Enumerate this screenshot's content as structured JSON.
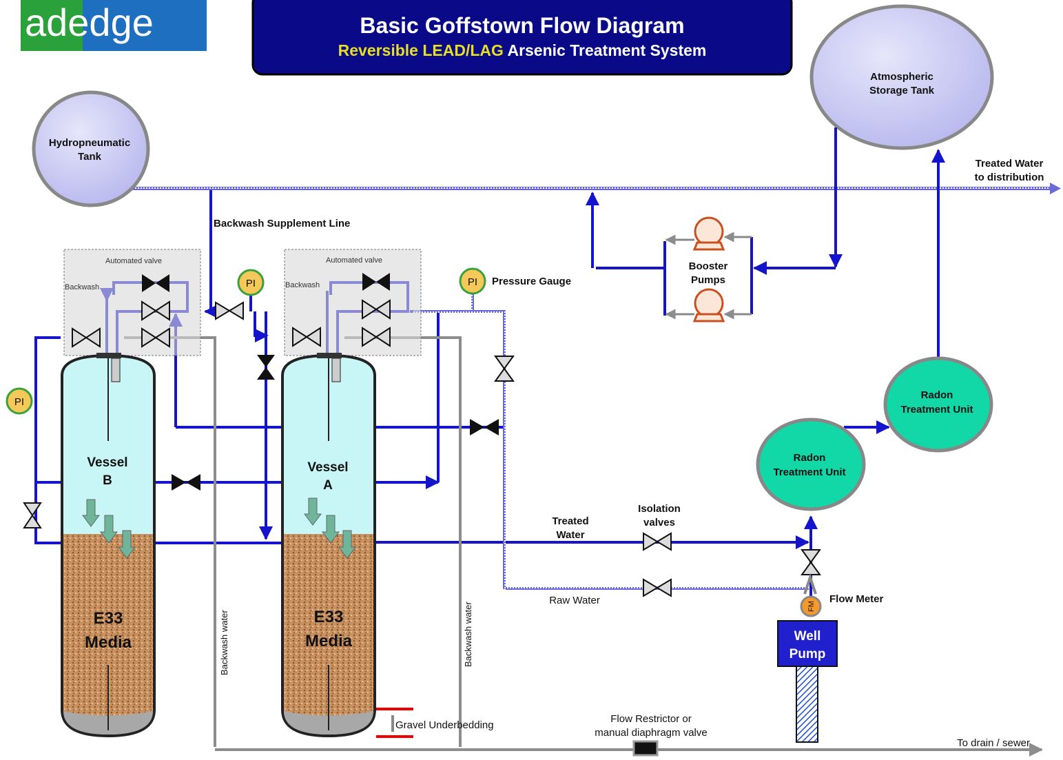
{
  "logo": {
    "text": "adedge",
    "color_green": "#2aa13a",
    "color_blue": "#1e6fc0"
  },
  "title": {
    "main": "Basic Goffstown Flow Diagram",
    "sub_highlight": "Reversible LEAD/LAG",
    "sub_rest": " Arsenic Treatment System",
    "bg_color": "#0a0a88"
  },
  "tanks": {
    "hydropneumatic": [
      "Hydropneumatic",
      "Tank"
    ],
    "atmospheric": [
      "Atmospheric",
      "Storage Tank"
    ]
  },
  "labels": {
    "treated_water_distribution": [
      "Treated Water",
      "to distribution"
    ],
    "backwash_supplement": "Backwash Supplement Line",
    "booster_pumps": [
      "Booster",
      "Pumps"
    ],
    "pressure_gauge": "Pressure Gauge",
    "automated_valve": "Automated valve",
    "backwash": "Backwash",
    "pi": "PI",
    "treated_water": [
      "Treated",
      "Water"
    ],
    "isolation_valves": [
      "Isolation",
      "valves"
    ],
    "raw_water": "Raw Water",
    "flow_meter": "Flow Meter",
    "fm": "FM",
    "backwash_water": "Backwash water",
    "gravel_underbedding": "Gravel Underbedding",
    "flow_restrictor": [
      "Flow Restrictor or",
      "manual diaphragm valve"
    ],
    "to_drain": "To drain / sewer"
  },
  "vessels": {
    "b": {
      "name": [
        "Vessel",
        "B"
      ],
      "media": [
        "E33",
        "Media"
      ]
    },
    "a": {
      "name": [
        "Vessel",
        "A"
      ],
      "media": [
        "E33",
        "Media"
      ]
    }
  },
  "radon": {
    "unit1": [
      "Radon",
      "Treatment Unit"
    ],
    "unit2": [
      "Radon",
      "Treatment Unit"
    ],
    "color": "#12d8a8"
  },
  "well_pump": [
    "Well",
    "Pump"
  ],
  "colors": {
    "pipe_blue": "#1414cc",
    "pipe_gray": "#8c8c8c",
    "gauge_fill": "#f5c85a",
    "gauge_ring": "#3aa03a"
  }
}
